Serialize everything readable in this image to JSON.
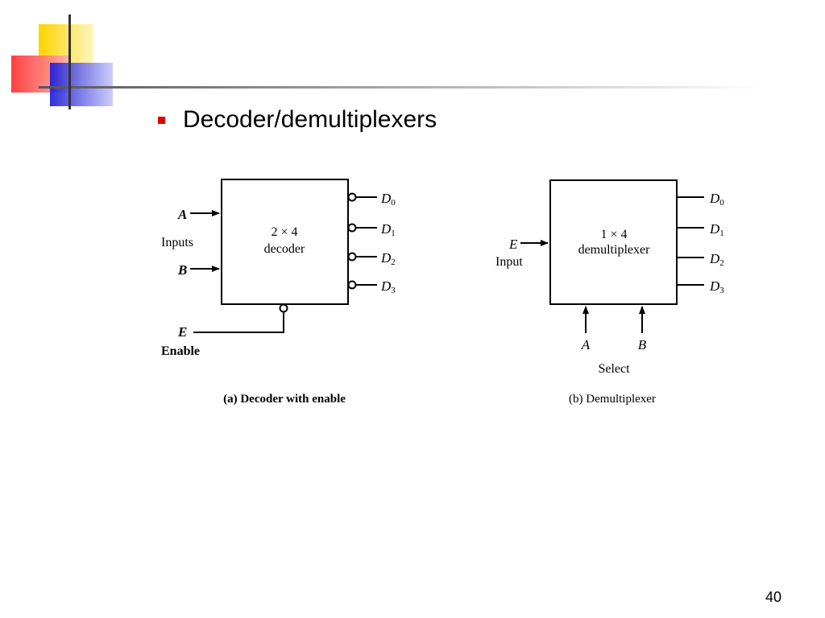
{
  "slide": {
    "title": "Decoder/demultiplexers",
    "page_number": "40"
  },
  "decoder": {
    "box_line1": "2 × 4",
    "box_line2": "decoder",
    "input_a": "A",
    "input_b": "B",
    "inputs_label": "Inputs",
    "enable_var": "E",
    "enable_label": "Enable",
    "outputs": [
      "D",
      "D",
      "D",
      "D"
    ],
    "output_subs": [
      "0",
      "1",
      "2",
      "3"
    ],
    "caption": "(a) Decoder with enable"
  },
  "demux": {
    "box_line1": "1 × 4",
    "box_line2": "demultiplexer",
    "input_var": "E",
    "input_label": "Input",
    "select_a": "A",
    "select_b": "B",
    "select_label": "Select",
    "outputs": [
      "D",
      "D",
      "D",
      "D"
    ],
    "output_subs": [
      "0",
      "1",
      "2",
      "3"
    ],
    "caption": "(b) Demultiplexer"
  },
  "colors": {
    "accent_red": "#e00000",
    "deco_yellow": "#ffd400",
    "deco_red": "#ff3333",
    "deco_blue": "#2a2adc"
  }
}
